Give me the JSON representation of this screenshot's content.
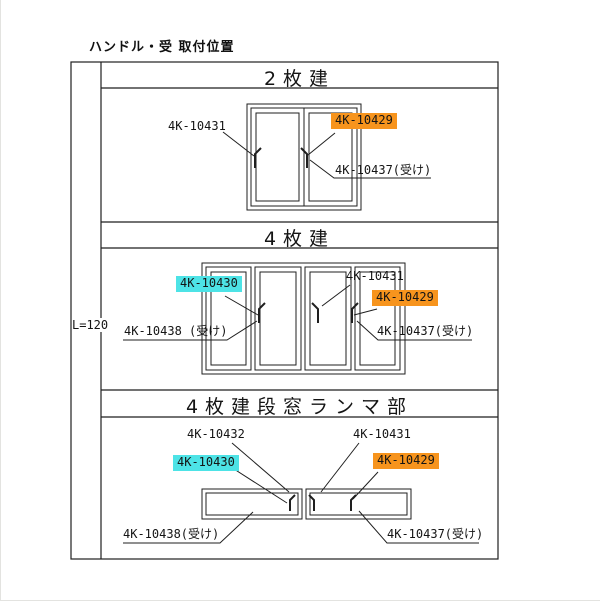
{
  "title": "ハンドル・受 取付位置",
  "left_column": {
    "dimension_label": "L=120"
  },
  "colors": {
    "highlight_orange": "#F7941D",
    "highlight_cyan": "#4DE3E6",
    "line": "#1f1f1f",
    "background": "#ffffff"
  },
  "sections": [
    {
      "header": "2枚建",
      "labels": {
        "handle_left": "4K-10431",
        "handle_right": "4K-10429",
        "receiver_right": "4K-10437(受け)"
      }
    },
    {
      "header": "4枚建",
      "labels": {
        "handle_left": "4K-10430",
        "handle_center": "4K-10431",
        "handle_right": "4K-10429",
        "receiver_left": "4K-10438 (受け)",
        "receiver_right": "4K-10437(受け)"
      }
    },
    {
      "header": "4枚建段窓ランマ部",
      "labels": {
        "handle_top_left": "4K-10432",
        "handle_top_right": "4K-10431",
        "handle_left": "4K-10430",
        "handle_right": "4K-10429",
        "receiver_left": "4K-10438(受け)",
        "receiver_right": "4K-10437(受け)"
      }
    }
  ]
}
